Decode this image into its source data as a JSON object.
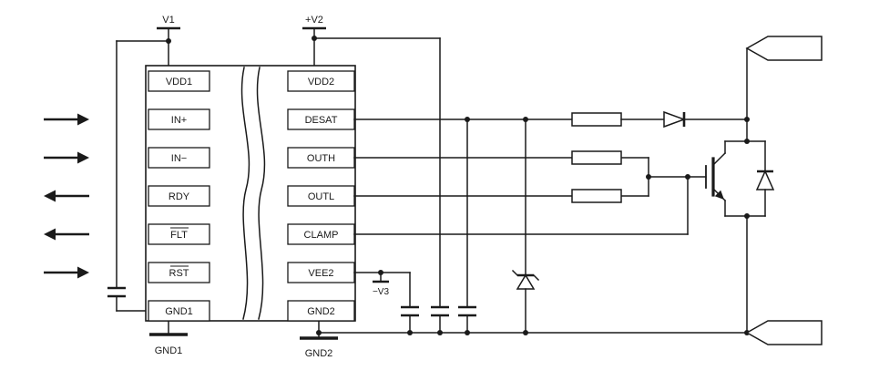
{
  "ic": {
    "left_pins": [
      "VDD1",
      "IN+",
      "IN−",
      "RDY",
      "FLT",
      "RST",
      "GND1"
    ],
    "right_pins": [
      "VDD2",
      "DESAT",
      "OUTH",
      "OUTL",
      "CLAMP",
      "VEE2",
      "GND2"
    ]
  },
  "supplies": {
    "v1": "V1",
    "v2": "+V2",
    "v3": "−V3"
  },
  "grounds": {
    "gnd1": "GND1",
    "gnd2": "GND2"
  },
  "colors": {
    "line": "#1a1a1a",
    "background": "#ffffff"
  }
}
